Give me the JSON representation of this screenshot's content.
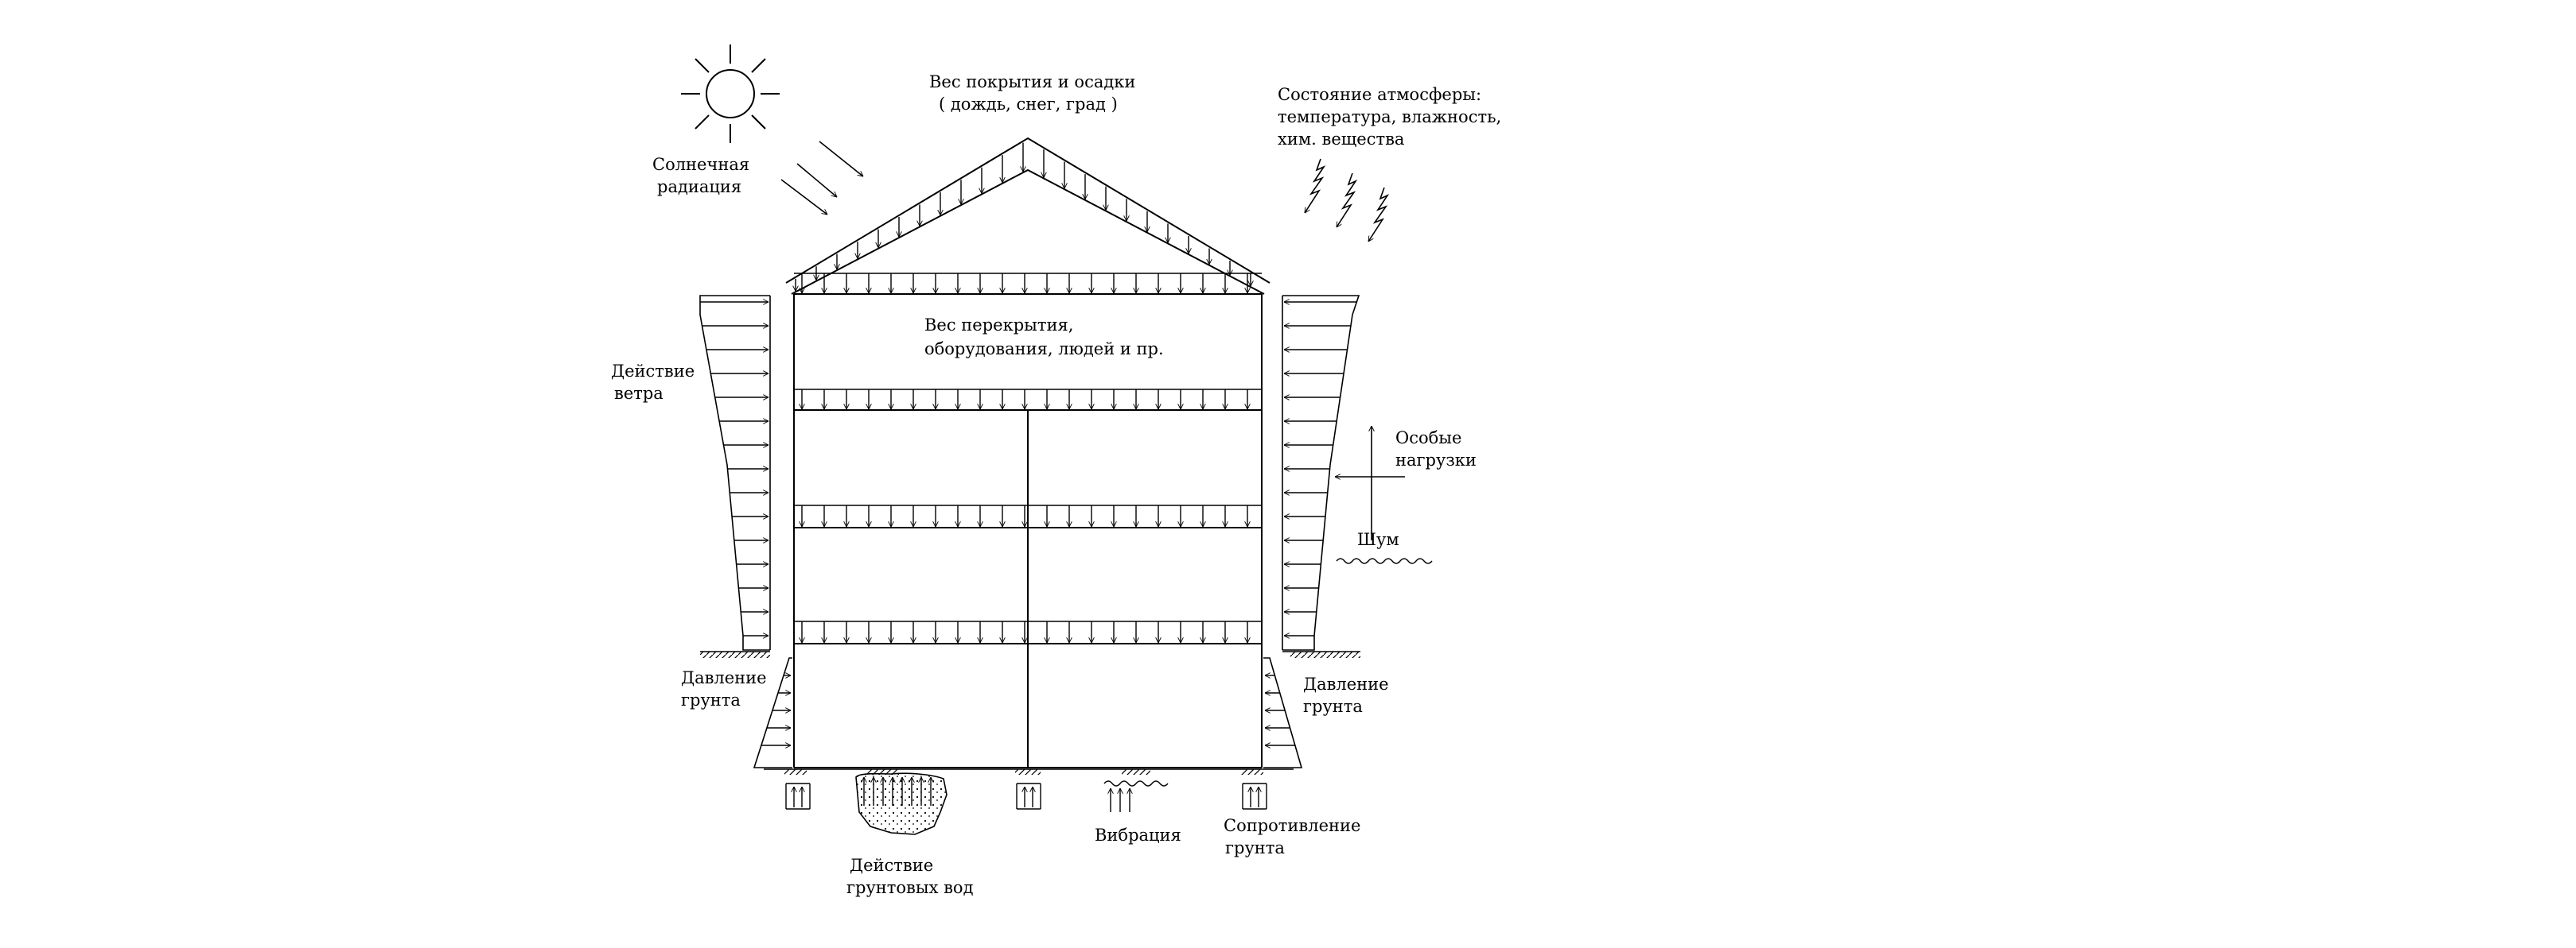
{
  "labels": {
    "roof_load_line1": "Вес покрытия и осадки",
    "roof_load_line2": "( дождь, снег, град )",
    "solar_line1": "Солнечная",
    "solar_line2": "радиация",
    "atmosphere_line1": "Состояние атмосферы:",
    "atmosphere_line2": "температура, влажность,",
    "atmosphere_line3": "хим. вещества",
    "floor_load_line1": "Вес перекрытия,",
    "floor_load_line2": "оборудования, людей и пр.",
    "wind_line1": "Действие",
    "wind_line2": "ветра",
    "special_line1": "Особые",
    "special_line2": "нагрузки",
    "noise": "Шум",
    "soil_left_line1": "Давление",
    "soil_left_line2": "грунта",
    "soil_right_line1": "Давление",
    "soil_right_line2": "грунта",
    "groundwater_line1": "Действие",
    "groundwater_line2": "грунтовых вод",
    "vibration": "Вибрация",
    "resistance_line1": "Сопротивление",
    "resistance_line2": "грунта"
  },
  "icons": [
    "sun-icon",
    "radiation-arrows",
    "atmosphere-wavy-arrows",
    "wind-arrows",
    "special-load-arrows",
    "noise-wave",
    "vibration-wave",
    "ground-hatching"
  ]
}
